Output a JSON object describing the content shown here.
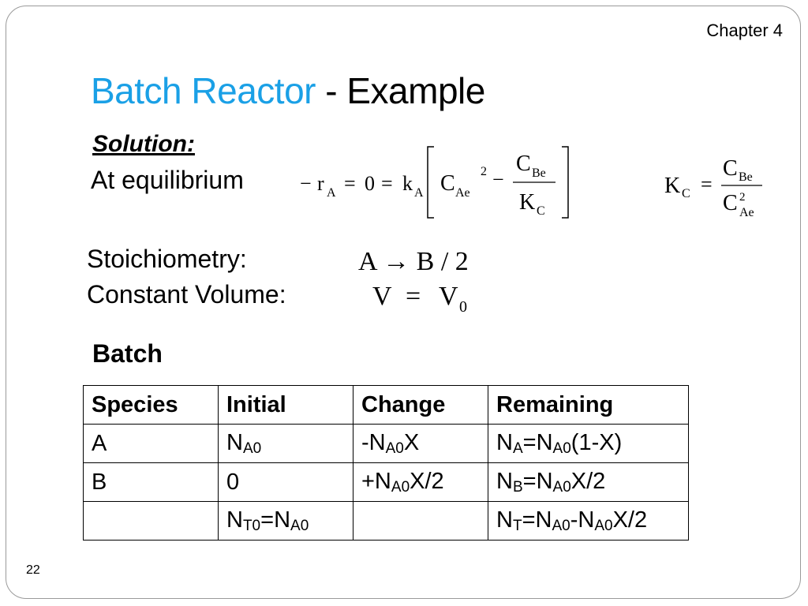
{
  "header": {
    "chapter": "Chapter 4"
  },
  "title": {
    "main": "Batch Reactor",
    "sep": " - ",
    "sub": "Example"
  },
  "solution_label": "Solution:",
  "equilibrium_label": "At equilibrium",
  "stoichiometry_label": "Stoichiometry:",
  "constant_volume_label": "Constant Volume:",
  "batch_label": "Batch",
  "equations": {
    "rate": {
      "neg": "−",
      "r": "r",
      "r_sub": "A",
      "eq1": "=",
      "zero": "0",
      "eq2": "=",
      "k": "k",
      "k_sub": "A",
      "c": "C",
      "c_sub": "Ae",
      "c_sup": "2",
      "minus": "−",
      "num": "C",
      "num_sub": "Be",
      "den": "K",
      "den_sub": "C"
    },
    "kc": {
      "k": "K",
      "k_sub": "C",
      "eq": "=",
      "num": "C",
      "num_sub": "Be",
      "den": "C",
      "den_sub": "Ae",
      "den_sup": "2"
    },
    "stoich": "A → B / 2",
    "volume": {
      "v": "V",
      "eq": "=",
      "v0": "V",
      "v0_sub": "0"
    }
  },
  "table": {
    "headers": [
      "Species",
      "Initial",
      "Change",
      "Remaining"
    ],
    "rows": [
      {
        "species": "A",
        "initial": [
          [
            "N",
            ""
          ],
          [
            "A0",
            "sub"
          ]
        ],
        "change": [
          [
            "-N",
            ""
          ],
          [
            "A0",
            "sub"
          ],
          [
            "X",
            ""
          ]
        ],
        "remaining": [
          [
            "N",
            ""
          ],
          [
            "A",
            "sub"
          ],
          [
            "=N",
            ""
          ],
          [
            "A0",
            "sub"
          ],
          [
            "(1-X)",
            ""
          ]
        ]
      },
      {
        "species": "B",
        "initial": [
          [
            "0",
            ""
          ]
        ],
        "change": [
          [
            "+N",
            ""
          ],
          [
            "A0",
            "sub"
          ],
          [
            "X/2",
            ""
          ]
        ],
        "remaining": [
          [
            "N",
            ""
          ],
          [
            "B",
            "sub"
          ],
          [
            "=N",
            ""
          ],
          [
            "A0",
            "sub"
          ],
          [
            "X/2",
            ""
          ]
        ]
      },
      {
        "species": "",
        "initial": [
          [
            "N",
            ""
          ],
          [
            "T0",
            "sub"
          ],
          [
            "=N",
            ""
          ],
          [
            "A0",
            "sub"
          ]
        ],
        "change": [],
        "remaining": [
          [
            "N",
            ""
          ],
          [
            "T",
            "sub"
          ],
          [
            "=N",
            ""
          ],
          [
            "A0",
            "sub"
          ],
          [
            "-N",
            ""
          ],
          [
            "A0",
            "sub"
          ],
          [
            "X/2",
            ""
          ]
        ]
      }
    ]
  },
  "page_number": "22"
}
